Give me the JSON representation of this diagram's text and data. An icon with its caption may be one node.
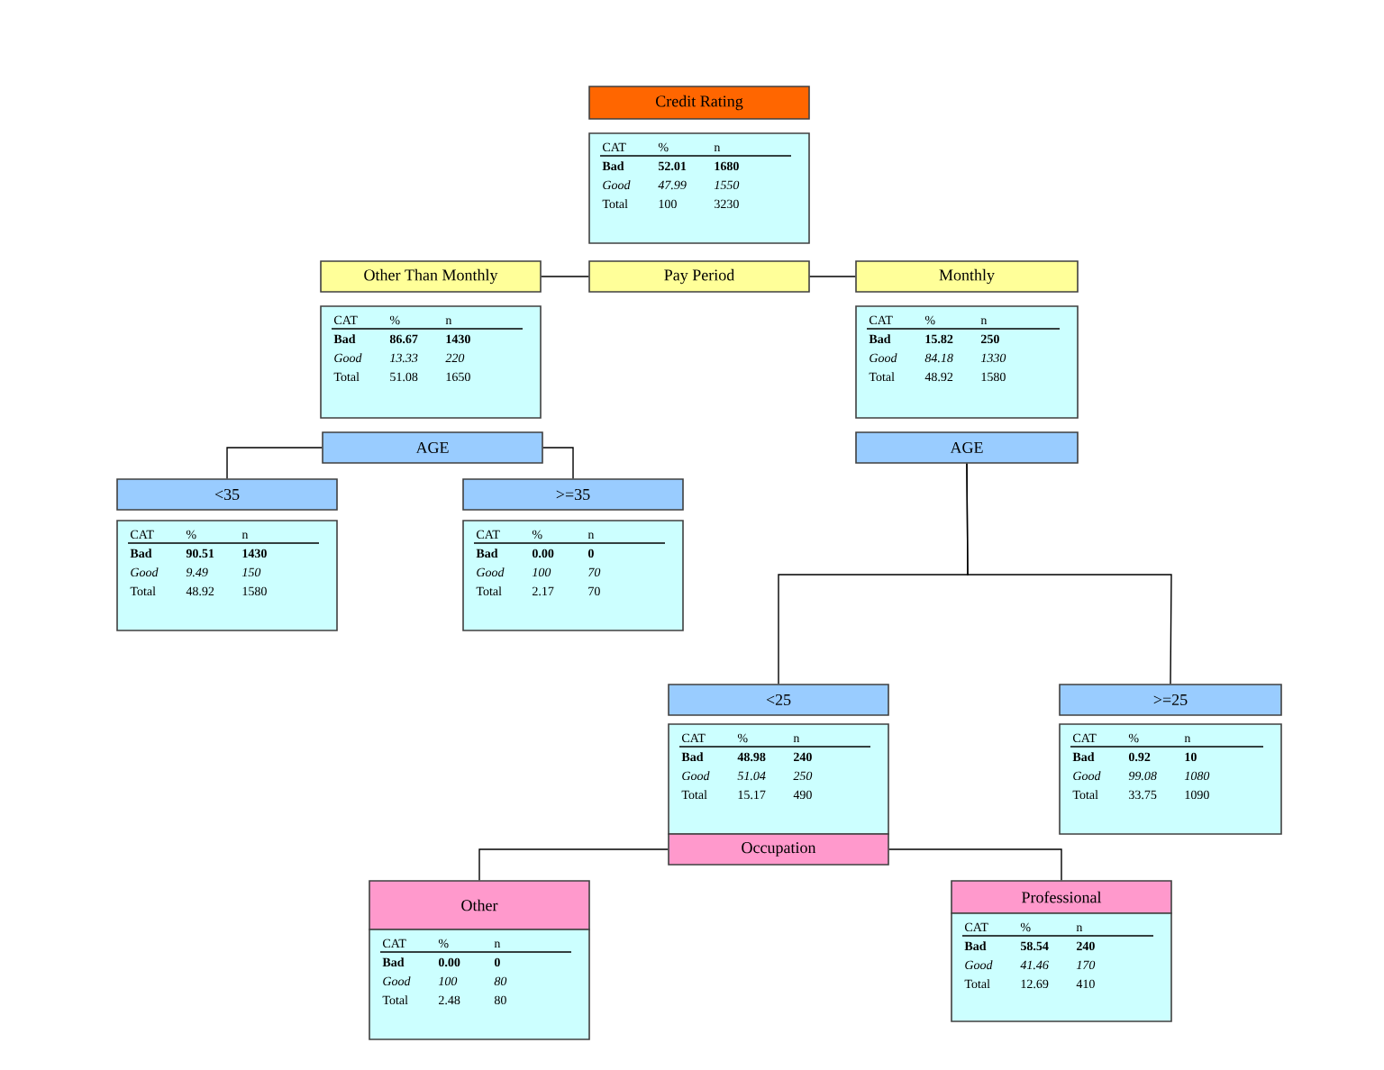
{
  "diagram": {
    "nodes": [
      {
        "text": [
          "Credit Rating"
        ]
      },
      {
        "text": [
          "CAT",
          "%",
          "n",
          "Bad",
          "52.01",
          "1680",
          "Good",
          "47.99",
          "1550",
          "Total",
          "100",
          "3230"
        ]
      },
      {
        "text": [
          "Pay Period"
        ]
      },
      {
        "text": [
          "Other Than Monthly"
        ]
      },
      {
        "text": [
          "CAT",
          "%",
          "n",
          "Bad",
          "86.67",
          "1430",
          "Good",
          "13.33",
          "220",
          "Total",
          "51.08",
          "1650"
        ]
      },
      {
        "text": [
          "Monthly"
        ]
      },
      {
        "text": [
          "CAT",
          "%",
          "n",
          "Bad",
          "15.82",
          "250",
          "Good",
          "84.18",
          "1330",
          "Total",
          "48.92",
          "1580"
        ]
      },
      {
        "text": [
          "AGE"
        ]
      },
      {
        "text": [
          "<35"
        ]
      },
      {
        "text": [
          "CAT",
          "%",
          "n",
          "Bad",
          "90.51",
          "1430",
          "Good",
          "9.49",
          "150",
          "Total",
          "48.92",
          "1580"
        ]
      },
      {
        "text": [
          ">=35"
        ]
      },
      {
        "text": [
          "CAT",
          "%",
          "n",
          "Bad",
          "0.00",
          "0",
          "Good",
          "100",
          "70",
          "Total",
          "2.17",
          "70"
        ]
      },
      {
        "text": [
          "AGE"
        ]
      },
      {
        "text": [
          "<25"
        ]
      },
      {
        "text": [
          "CAT",
          "%",
          "n",
          "Bad",
          "48.98",
          "240",
          "Good",
          "51.04",
          "250",
          "Total",
          "15.17",
          "490"
        ]
      },
      {
        "text": [
          ">=25"
        ]
      },
      {
        "text": [
          "CAT",
          "%",
          "n",
          "Bad",
          "0.92",
          "10",
          "Good",
          "99.08",
          "1080",
          "Total",
          "33.75",
          "1090"
        ]
      },
      {
        "text": [
          "Occupation"
        ]
      },
      {
        "text": [
          "Other"
        ]
      },
      {
        "text": [
          "CAT",
          "%",
          "n",
          "Bad",
          "0.00",
          "0",
          "Good",
          "100",
          "80",
          "Total",
          "2.48",
          "80"
        ]
      },
      {
        "text": [
          "Professional"
        ]
      },
      {
        "text": [
          "CAT",
          "%",
          "n",
          "Bad",
          "58.54",
          "240",
          "Good",
          "41.46",
          "170",
          "Total",
          "12.69",
          "410"
        ]
      }
    ],
    "edges": [
      {
        "from": 2,
        "to": 3,
        "arrow": "none"
      },
      {
        "from": 2,
        "to": 5,
        "arrow": "none"
      },
      {
        "from": 7,
        "to": 8,
        "arrow": "none"
      },
      {
        "from": 7,
        "to": 10,
        "arrow": "none"
      },
      {
        "from": 12,
        "to": 13,
        "arrow": "none"
      },
      {
        "from": 12,
        "to": 15,
        "arrow": "none"
      },
      {
        "from": 17,
        "to": 18,
        "arrow": "none"
      },
      {
        "from": 17,
        "to": 20,
        "arrow": "none"
      }
    ]
  }
}
